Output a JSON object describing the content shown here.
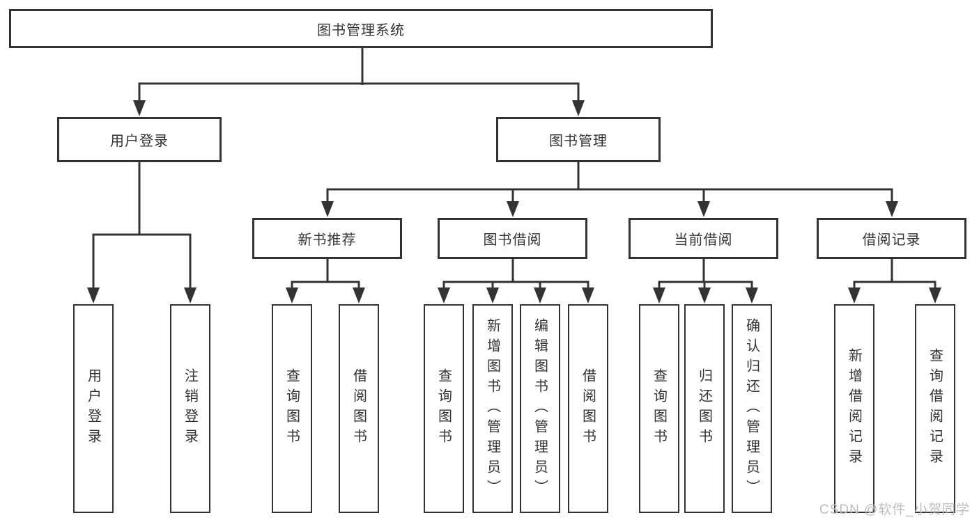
{
  "diagram": {
    "watermark": "CSDN @软件_小贺同学",
    "colors": {
      "line": "#333333",
      "box_border": "#333333",
      "text": "#333333",
      "background": "#ffffff",
      "watermark": "#bdbdbd"
    },
    "tree": {
      "root": {
        "label": "图书管理系统"
      },
      "branches": [
        {
          "label": "用户登录",
          "children": [
            {
              "label": "用户登录"
            },
            {
              "label": "注销登录"
            }
          ]
        },
        {
          "label": "图书管理",
          "children": [
            {
              "label": "新书推荐",
              "children": [
                {
                  "label": "查询图书"
                },
                {
                  "label": "借阅图书"
                }
              ]
            },
            {
              "label": "图书借阅",
              "children": [
                {
                  "label": "查询图书"
                },
                {
                  "label": "新增图书（管理员）"
                },
                {
                  "label": "编辑图书（管理员）"
                },
                {
                  "label": "借阅图书"
                }
              ]
            },
            {
              "label": "当前借阅",
              "children": [
                {
                  "label": "查询图书"
                },
                {
                  "label": "归还图书"
                },
                {
                  "label": "确认归还（管理员）"
                }
              ]
            },
            {
              "label": "借阅记录",
              "children": [
                {
                  "label": "新增借阅记录"
                },
                {
                  "label": "查询借阅记录"
                }
              ]
            }
          ]
        }
      ]
    }
  }
}
